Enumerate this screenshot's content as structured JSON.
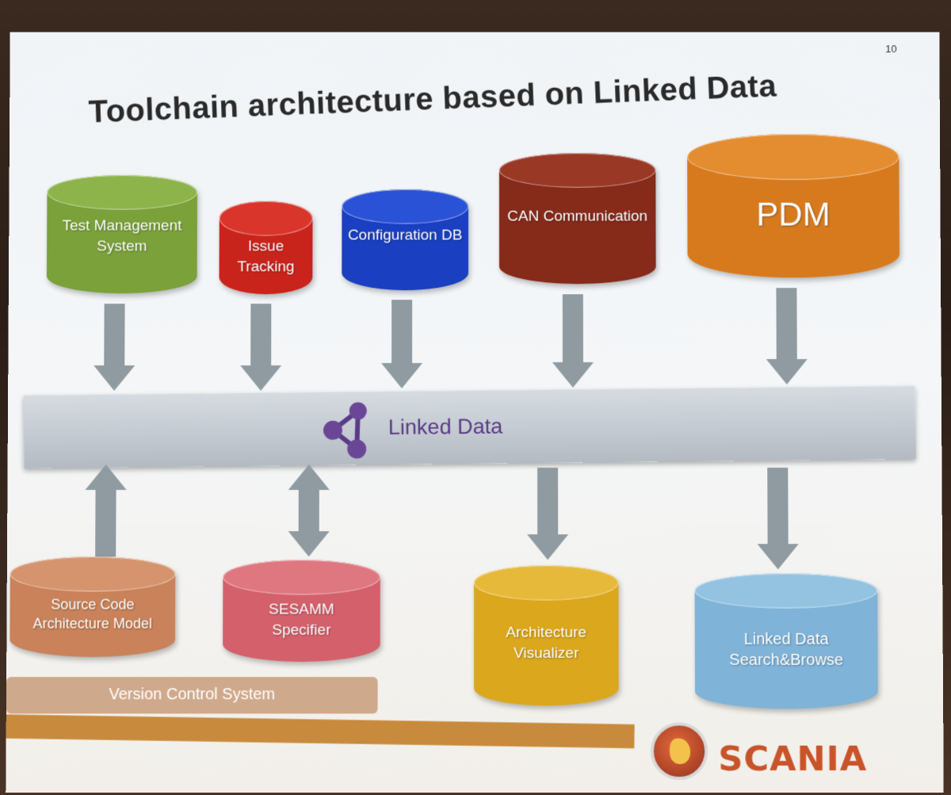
{
  "slide": {
    "page_number": "10",
    "title": "Toolchain architecture based on Linked Data"
  },
  "sources": [
    {
      "label": "Test Management System",
      "color": "#7aa13a"
    },
    {
      "label": "Issue Tracking",
      "color": "#c9241c"
    },
    {
      "label": "Configuration DB",
      "color": "#1a3fc0"
    },
    {
      "label": "CAN Communication",
      "color": "#862a1a"
    },
    {
      "label": "PDM",
      "color": "#d77a1e"
    }
  ],
  "hub": {
    "label": "Linked Data",
    "icon": "linked-data-graph-icon",
    "icon_color": "#5a3a86"
  },
  "consumers": [
    {
      "label": "Source Code Architecture Model",
      "color": "#c98259"
    },
    {
      "label": "SESAMM Specifier",
      "color": "#d4606b"
    },
    {
      "label": "Architecture Visualizer",
      "color": "#dba71c"
    },
    {
      "label": "Linked Data Search&Browse",
      "color": "#7fb3d8"
    }
  ],
  "version_control": {
    "label": "Version Control System",
    "color": "#cfa98b"
  },
  "brand": {
    "name": "SCANIA",
    "logo_icon": "scania-griffin-icon",
    "color": "#c8542a"
  }
}
